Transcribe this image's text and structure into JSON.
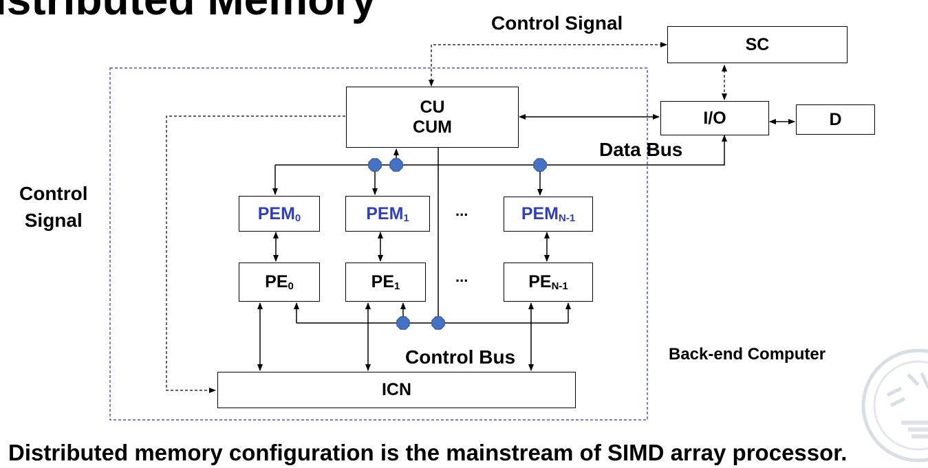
{
  "title_fragment": "istributed Memory",
  "labels": {
    "control_signal_top": "Control Signal",
    "control_signal_left": "Control\nSignal",
    "data_bus": "Data Bus",
    "control_bus": "Control Bus",
    "back_end_computer": "Back-end Computer"
  },
  "boxes": {
    "sc": "SC",
    "cu": "CU",
    "cum": "CUM",
    "io": "I/O",
    "d": "D",
    "icn": "ICN",
    "pem": [
      {
        "base": "PEM",
        "sub": "0"
      },
      {
        "base": "PEM",
        "sub": "1"
      },
      {
        "base": "PEM",
        "sub": "N-1"
      }
    ],
    "pe": [
      {
        "base": "PE",
        "sub": "0"
      },
      {
        "base": "PE",
        "sub": "1"
      },
      {
        "base": "PE",
        "sub": "N-1"
      }
    ]
  },
  "ellipsis": "...",
  "caption": "Distributed memory configuration is the mainstream of SIMD array processor.",
  "colors": {
    "pem_text": "#2f3fbf",
    "boundary": "#2233aa",
    "node_fill": "#4472c4",
    "node_stroke": "#2f4f8f",
    "watermark": "#d9dde4"
  },
  "watermark_icon": "university-seal-icon"
}
